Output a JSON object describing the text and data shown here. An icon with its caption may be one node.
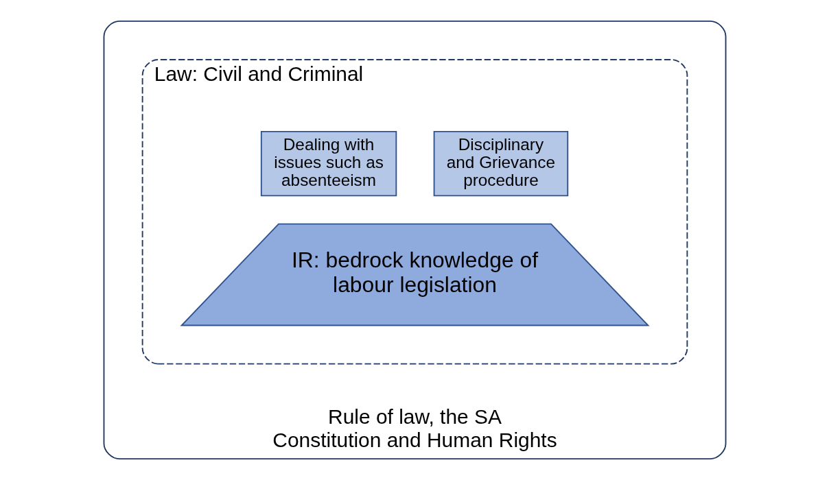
{
  "diagram": {
    "nodes": [
      {
        "text": [
          "Rule of law, the SA Constitution and Human Rights"
        ]
      },
      {
        "text": [
          "Law: Civil and Criminal"
        ],
        "in": 0
      },
      {
        "text": [
          "Disciplinary and Grievance procedure"
        ],
        "in": 1
      },
      {
        "text": [
          "Dealing with issues such as absenteeism"
        ],
        "in": 1
      },
      {
        "text": [
          "IR: bedrock knowledge of labour legislation"
        ],
        "in": 1
      }
    ]
  }
}
